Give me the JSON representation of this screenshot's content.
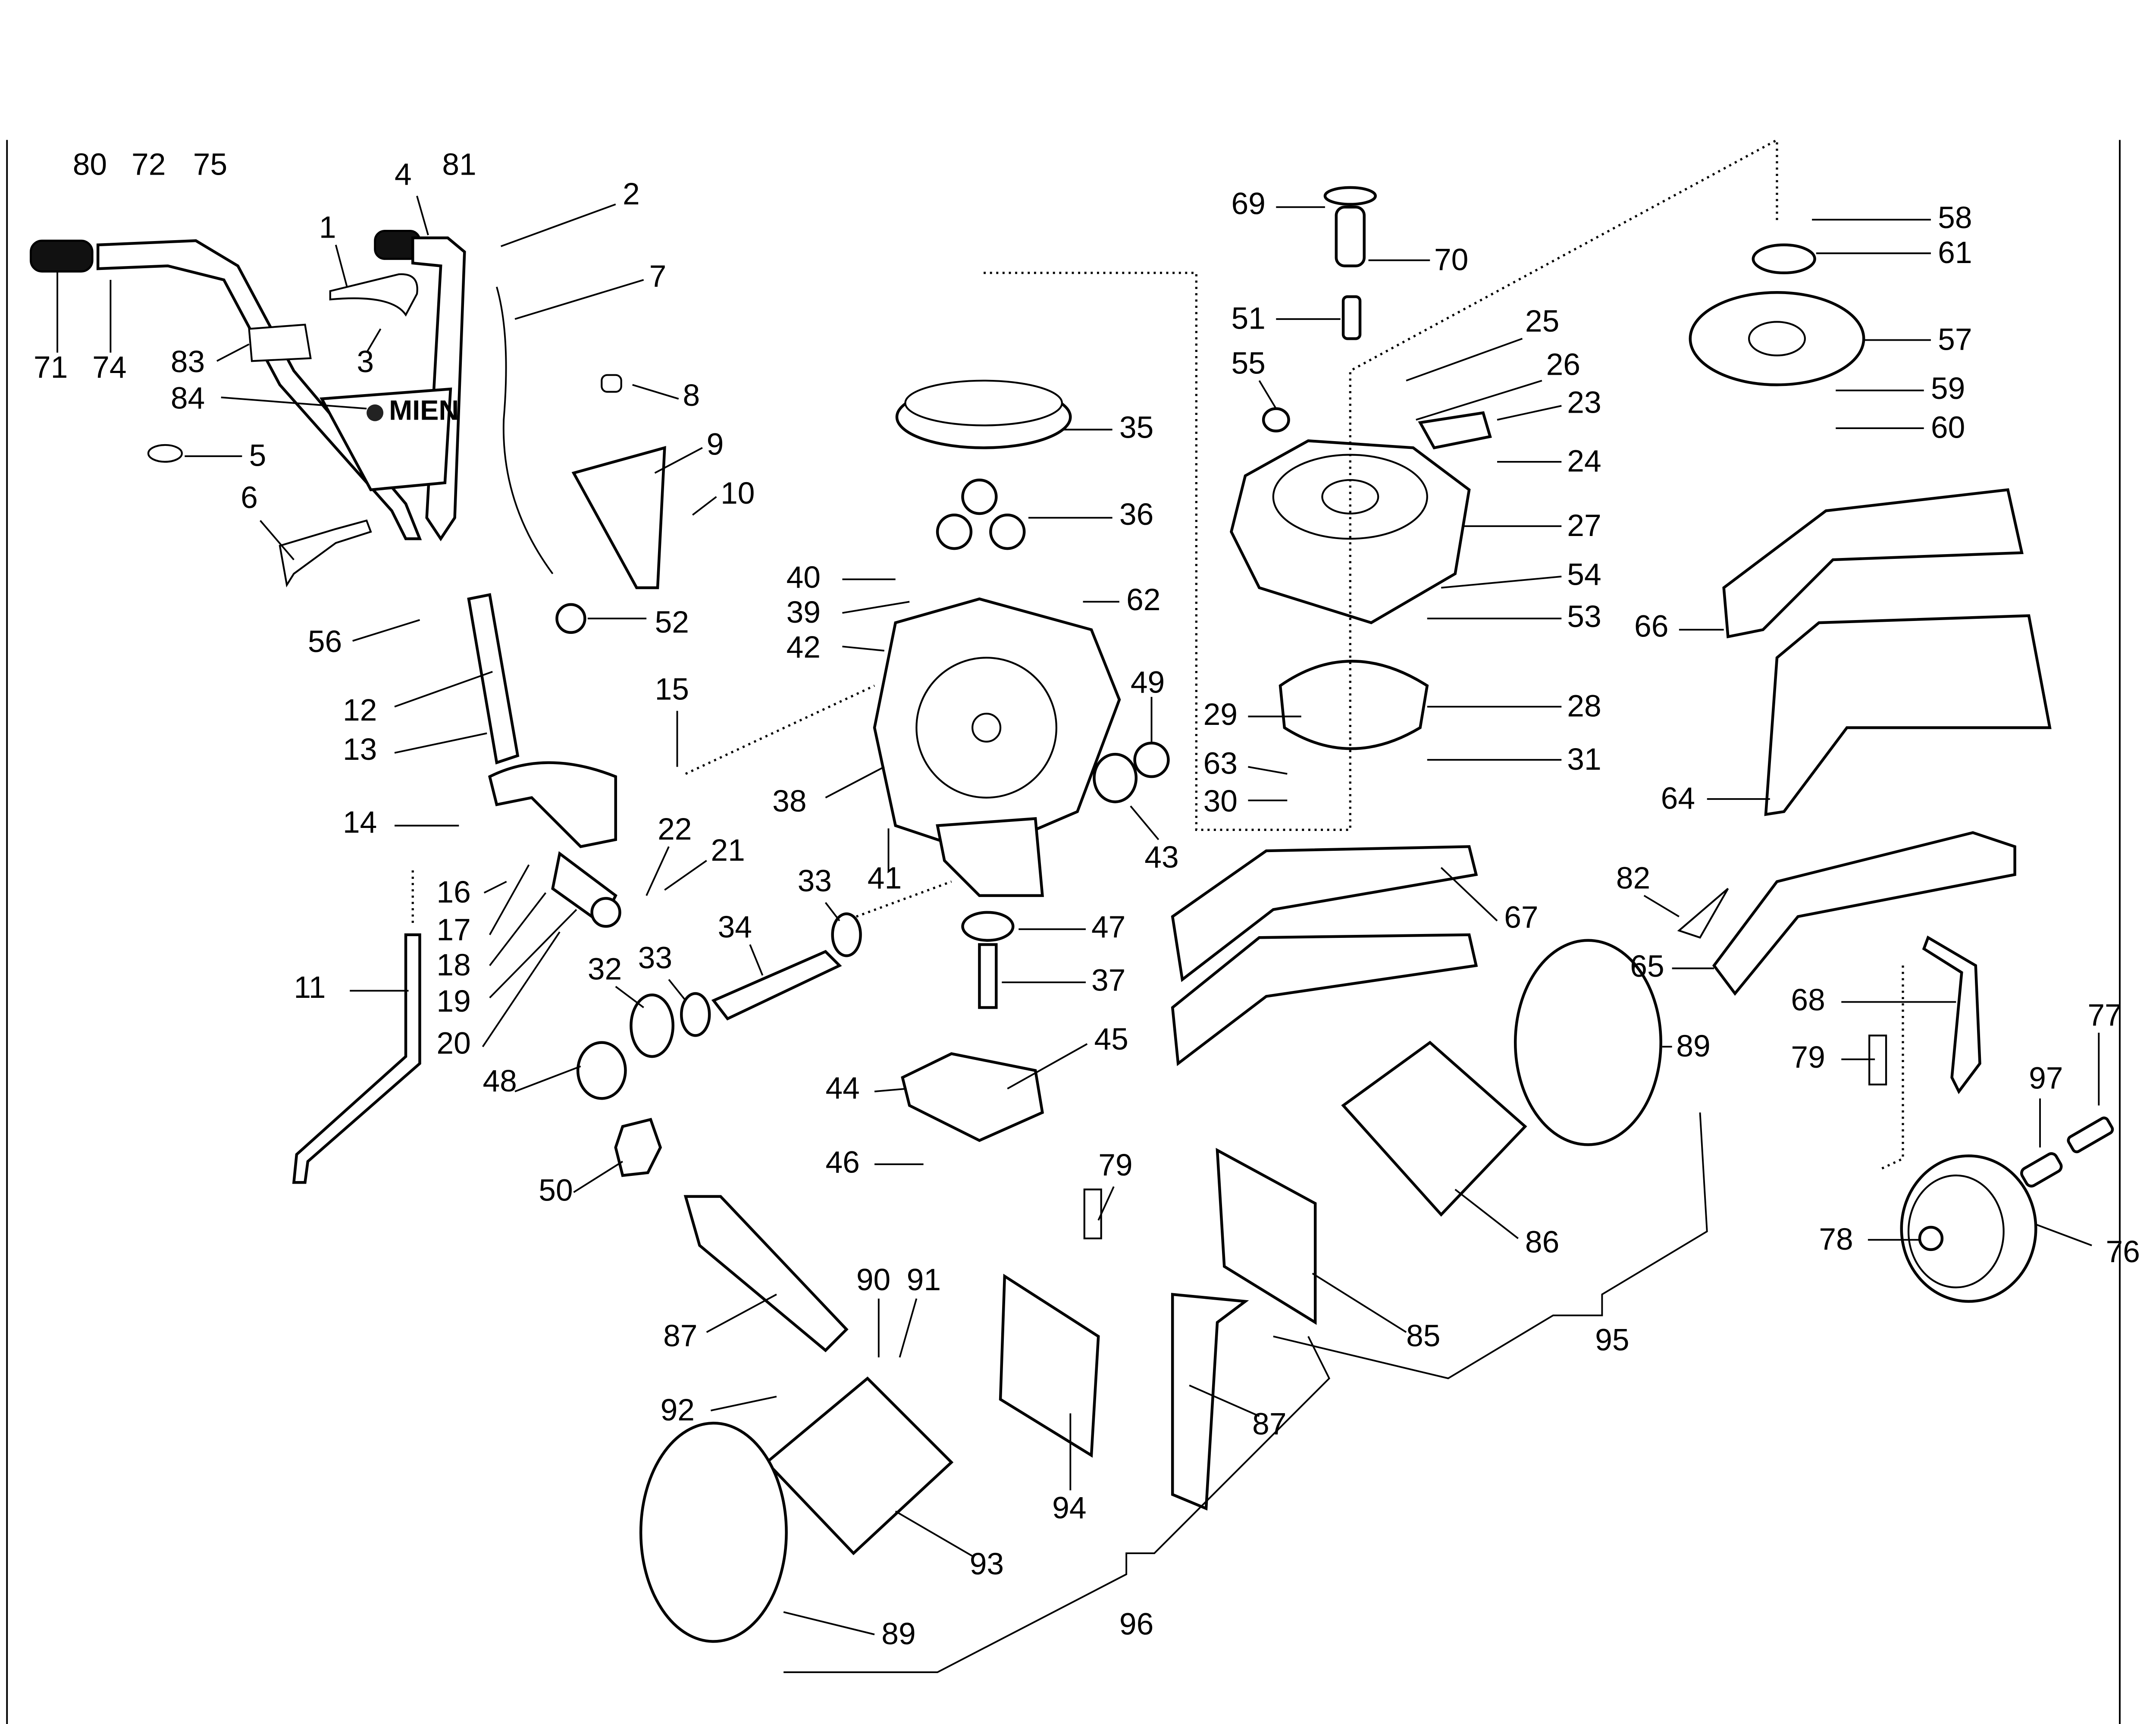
{
  "diagram": {
    "type": "exploded-parts-diagram",
    "subject": "tiller / cultivator assembly",
    "logo_text": "MIEN",
    "parts": {
      "p1": "1",
      "p2": "2",
      "p3": "3",
      "p4": "4",
      "p5": "5",
      "p6": "6",
      "p7": "7",
      "p8": "8",
      "p9": "9",
      "p10": "10",
      "p11": "11",
      "p12": "12",
      "p13": "13",
      "p14": "14",
      "p15": "15",
      "p16": "16",
      "p17": "17",
      "p18": "18",
      "p19": "19",
      "p20": "20",
      "p21": "21",
      "p22": "22",
      "p23": "23",
      "p24": "24",
      "p25": "25",
      "p26": "26",
      "p27": "27",
      "p28": "28",
      "p29": "29",
      "p30": "30",
      "p31": "31",
      "p32": "32",
      "p33a": "33",
      "p33b": "33",
      "p34": "34",
      "p35": "35",
      "p36": "36",
      "p37": "37",
      "p38": "38",
      "p39": "39",
      "p40": "40",
      "p41": "41",
      "p42": "42",
      "p43": "43",
      "p44": "44",
      "p45": "45",
      "p46": "46",
      "p47": "47",
      "p48": "48",
      "p49": "49",
      "p50": "50",
      "p51": "51",
      "p52": "52",
      "p53": "53",
      "p54": "54",
      "p55": "55",
      "p56": "56",
      "p57": "57",
      "p58": "58",
      "p59": "59",
      "p60": "60",
      "p61": "61",
      "p62": "62",
      "p63": "63",
      "p64": "64",
      "p65": "65",
      "p66": "66",
      "p67": "67",
      "p68": "68",
      "p69": "69",
      "p70": "70",
      "p71": "71",
      "p72": "72",
      "p74": "74",
      "p75": "75",
      "p76": "76",
      "p77": "77",
      "p78": "78",
      "p79a": "79",
      "p79b": "79",
      "p80": "80",
      "p81": "81",
      "p82": "82",
      "p83": "83",
      "p84": "84",
      "p85": "85",
      "p86": "86",
      "p87a": "87",
      "p87b": "87",
      "p89a": "89",
      "p89b": "89",
      "p90": "90",
      "p91": "91",
      "p92": "92",
      "p93": "93",
      "p94": "94",
      "p95": "95",
      "p96": "96",
      "p97": "97"
    }
  }
}
